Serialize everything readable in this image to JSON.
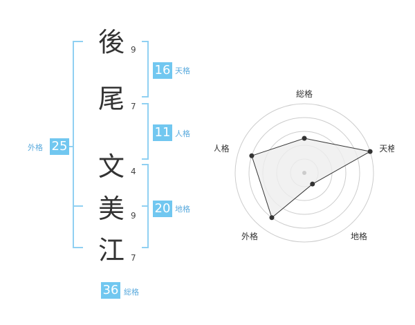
{
  "name": {
    "surname": [
      {
        "char": "後",
        "strokes": "9"
      },
      {
        "char": "尾",
        "strokes": "7"
      }
    ],
    "given": [
      {
        "char": "文",
        "strokes": "4"
      },
      {
        "char": "美",
        "strokes": "9"
      },
      {
        "char": "江",
        "strokes": "7"
      }
    ]
  },
  "kakusu": {
    "tenkaku": {
      "label": "天格",
      "value": "16"
    },
    "jinkaku": {
      "label": "人格",
      "value": "11"
    },
    "chikaku": {
      "label": "地格",
      "value": "20"
    },
    "gaikaku": {
      "label": "外格",
      "value": "25"
    },
    "soukaku": {
      "label": "総格",
      "value": "36"
    }
  },
  "chart_data": {
    "type": "radar",
    "axes": [
      "総格",
      "天格",
      "地格",
      "外格",
      "人格"
    ],
    "values": [
      2.5,
      5,
      1,
      4,
      4
    ],
    "max": 5,
    "rings": 5,
    "colors": {
      "fill": "#eeeeee",
      "line": "#333333",
      "grid": "#cccccc"
    }
  },
  "colors": {
    "accent": "#71c7f0",
    "bracket": "#8fd0f2"
  }
}
